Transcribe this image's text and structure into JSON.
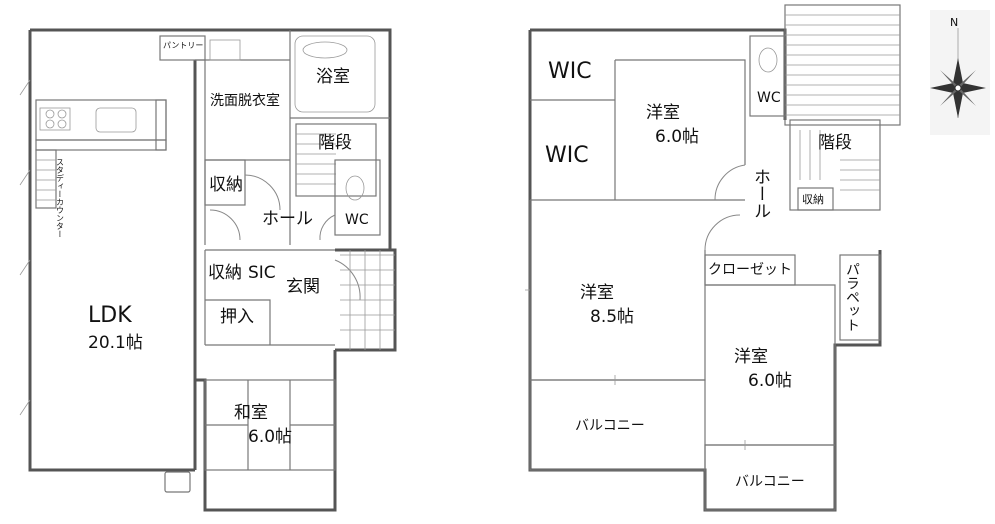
{
  "floor1": {
    "ldk_name": "LDK",
    "ldk_size": "20.1帖",
    "pantry": "パントリー",
    "washroom": "洗面脱衣室",
    "bath": "浴室",
    "stairs": "階段",
    "storage": "収納",
    "hall": "ホール",
    "wc": "WC",
    "storage2": "収納",
    "sic": "SIC",
    "entrance": "玄関",
    "oshiire": "押入",
    "washitsu_name": "和室",
    "washitsu_size": "6.0帖",
    "study_counter": "スタディーカウンター"
  },
  "floor2": {
    "wic_top": "WIC",
    "wic_mid": "WIC",
    "room_a_name": "洋室",
    "room_a_size": "6.0帖",
    "wc": "WC",
    "stairs": "階段",
    "hall": "ホール",
    "storage": "収納",
    "room_b_name": "洋室",
    "room_b_size": "8.5帖",
    "closet": "クローゼット",
    "parapet": "パラペット",
    "room_c_name": "洋室",
    "room_c_size": "6.0帖",
    "balcony_left": "バルコニー",
    "balcony_right": "バルコニー"
  },
  "compass": {
    "north": "N",
    "icon": "compass-rose-icon"
  }
}
